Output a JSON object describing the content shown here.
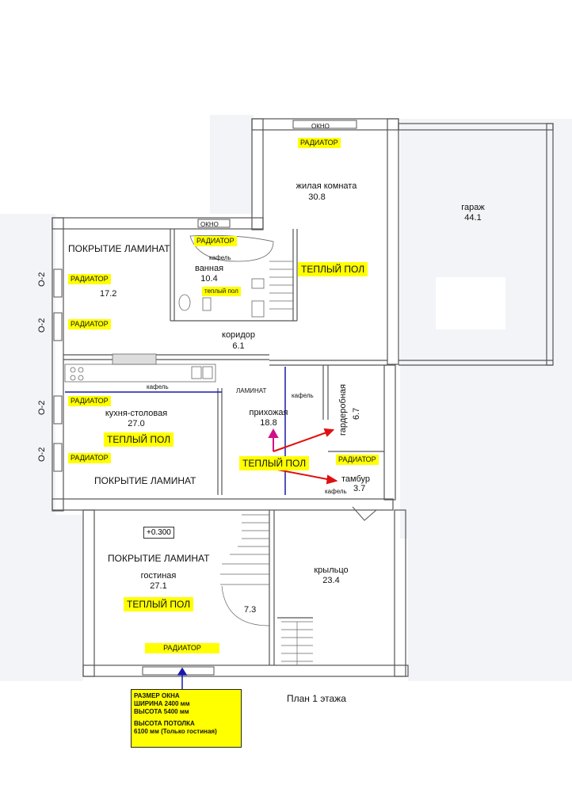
{
  "plan_title": "План 1 этажа",
  "level_mark": "+0.300",
  "rooms": {
    "bedroom": {
      "name": "жилая комната",
      "area": "30.8"
    },
    "garage": {
      "name": "гараж",
      "area": "44.1"
    },
    "left_top": {
      "area": "17.2",
      "floor": "ПОКРЫТИЕ ЛАМИНАТ"
    },
    "bathroom": {
      "name": "ванная",
      "area": "10.4",
      "tile": "кафель"
    },
    "corridor": {
      "name": "коридор",
      "area": "6.1"
    },
    "kitchen": {
      "name": "кухня-столовая",
      "area": "27.0",
      "floor": "ПОКРЫТИЕ ЛАМИНАТ",
      "tile": "кафель"
    },
    "hall": {
      "name": "прихожая",
      "area": "18.8",
      "floor": "ЛАМИНАТ",
      "tile": "кафель"
    },
    "wardrobe": {
      "name": "гардеробная",
      "area": "6.7"
    },
    "vestibule": {
      "name": "тамбур",
      "area": "3.7",
      "tile": "кафель"
    },
    "living": {
      "name": "гостиная",
      "area": "27.1",
      "floor": "ПОКРЫТИЕ ЛАМИНАТ"
    },
    "stair": {
      "area": "7.3"
    },
    "porch": {
      "name": "крыльцо",
      "area": "23.4"
    }
  },
  "labels": {
    "window": "ОКНО",
    "radiator": "РАДИАТОР",
    "heated_floor": "ТЕПЛЫЙ ПОЛ",
    "heated_floor_small": "теплый пол",
    "window_mark": "О-2"
  },
  "note": {
    "line1": "РАЗМЕР ОКНА",
    "line2": "ШИРИНА 2400 мм",
    "line3": "ВЫСОТА 5400 мм",
    "line4": "ВЫСОТА ПОТОЛКА",
    "line5": "6100 мм (Только гостиная)"
  },
  "colors": {
    "highlight": "#ffff00",
    "wall": "#555555",
    "arrow_red": "#e01010",
    "arrow_magenta": "#d0108a",
    "blue_line": "#1a1aa8",
    "bg_light": "#f4f5f8"
  }
}
